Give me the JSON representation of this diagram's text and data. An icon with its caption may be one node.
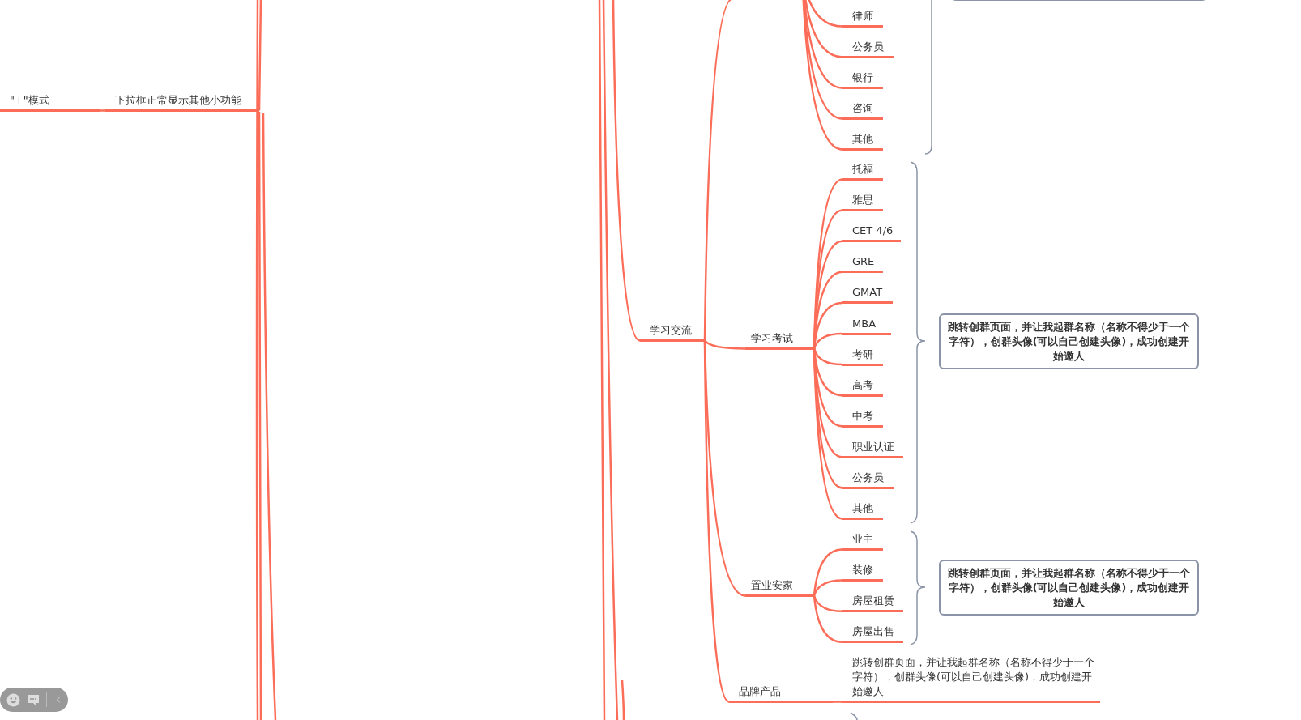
{
  "diagram": {
    "nodes": [
      {
        "text": [
          "\"+\"模式"
        ]
      },
      {
        "text": [
          "下拉框正常显示其他小功能"
        ]
      },
      {
        "text": [
          "律师"
        ]
      },
      {
        "text": [
          "公务员"
        ]
      },
      {
        "text": [
          "银行"
        ]
      },
      {
        "text": [
          "咨询"
        ]
      },
      {
        "text": [
          "其他"
        ]
      },
      {
        "text": [
          "学习交流"
        ]
      },
      {
        "text": [
          "学习考试"
        ]
      },
      {
        "text": [
          "托福"
        ]
      },
      {
        "text": [
          "雅思"
        ]
      },
      {
        "text": [
          "CET 4/6"
        ]
      },
      {
        "text": [
          "GRE"
        ]
      },
      {
        "text": [
          "GMAT"
        ]
      },
      {
        "text": [
          "MBA"
        ]
      },
      {
        "text": [
          "考研"
        ]
      },
      {
        "text": [
          "高考"
        ]
      },
      {
        "text": [
          "中考"
        ]
      },
      {
        "text": [
          "职业认证"
        ]
      },
      {
        "text": [
          "公务员"
        ]
      },
      {
        "text": [
          "其他"
        ]
      },
      {
        "text": [
          "跳转创群页面，并让我起群名称（名称不得少于一个字符），创群头像(可以自己创建头像)，成功创建开始邀人"
        ]
      },
      {
        "text": [
          "置业安家"
        ]
      },
      {
        "text": [
          "业主"
        ]
      },
      {
        "text": [
          "装修"
        ]
      },
      {
        "text": [
          "房屋租赁"
        ]
      },
      {
        "text": [
          "房屋出售"
        ]
      },
      {
        "text": [
          "跳转创群页面，并让我起群名称（名称不得少于一个字符），创群头像(可以自己创建头像)，成功创建开始邀人"
        ]
      },
      {
        "text": [
          "品牌产品"
        ]
      },
      {
        "text": [
          "跳转创群页面，并让我起群名称（名称不得少于一个字符），创群头像(可以自己创建头像)，成功创建开始邀人"
        ]
      }
    ],
    "edges": [
      {
        "from": 1,
        "to": 0,
        "arrow": "none"
      },
      {
        "from": null,
        "to": 1,
        "arrow": "none"
      },
      {
        "from": null,
        "to": 2,
        "arrow": "none"
      },
      {
        "from": null,
        "to": 3,
        "arrow": "none"
      },
      {
        "from": null,
        "to": 4,
        "arrow": "none"
      },
      {
        "from": null,
        "to": 5,
        "arrow": "none"
      },
      {
        "from": null,
        "to": 6,
        "arrow": "none"
      },
      {
        "from": null,
        "to": 7,
        "arrow": "none"
      },
      {
        "from": 7,
        "to": null,
        "arrow": "none"
      },
      {
        "from": 7,
        "to": 8,
        "arrow": "none"
      },
      {
        "from": 7,
        "to": 22,
        "arrow": "none"
      },
      {
        "from": 7,
        "to": 28,
        "arrow": "none"
      },
      {
        "from": 8,
        "to": 9,
        "arrow": "none"
      },
      {
        "from": 8,
        "to": 10,
        "arrow": "none"
      },
      {
        "from": 8,
        "to": 11,
        "arrow": "none"
      },
      {
        "from": 8,
        "to": 12,
        "arrow": "none"
      },
      {
        "from": 8,
        "to": 13,
        "arrow": "none"
      },
      {
        "from": 8,
        "to": 14,
        "arrow": "none"
      },
      {
        "from": 8,
        "to": 15,
        "arrow": "none"
      },
      {
        "from": 8,
        "to": 16,
        "arrow": "none"
      },
      {
        "from": 8,
        "to": 17,
        "arrow": "none"
      },
      {
        "from": 8,
        "to": 18,
        "arrow": "none"
      },
      {
        "from": 8,
        "to": 19,
        "arrow": "none"
      },
      {
        "from": 8,
        "to": 20,
        "arrow": "none"
      },
      {
        "from": 22,
        "to": 23,
        "arrow": "none"
      },
      {
        "from": 22,
        "to": 24,
        "arrow": "none"
      },
      {
        "from": 22,
        "to": 25,
        "arrow": "none"
      },
      {
        "from": 22,
        "to": 26,
        "arrow": "none"
      },
      {
        "from": 28,
        "to": 29,
        "arrow": "none"
      }
    ]
  }
}
